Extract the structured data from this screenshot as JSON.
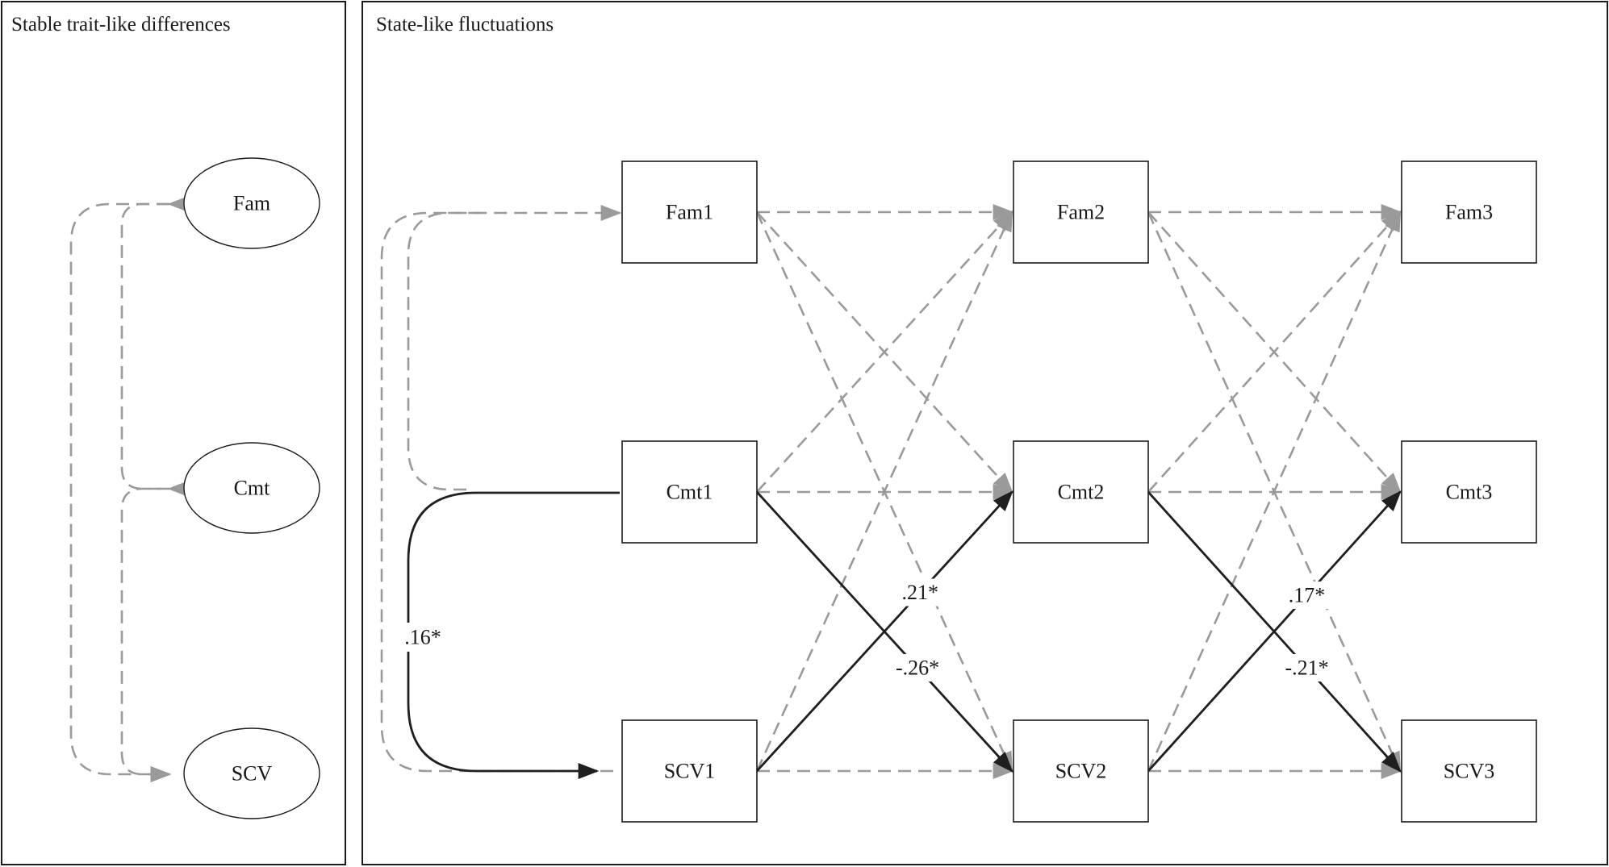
{
  "panels": {
    "trait": {
      "title": "Stable trait-like differences"
    },
    "state": {
      "title": "State-like fluctuations"
    }
  },
  "trait_nodes": [
    {
      "id": "Fam",
      "label": "Fam"
    },
    {
      "id": "Cmt",
      "label": "Cmt"
    },
    {
      "id": "SCV",
      "label": "SCV"
    }
  ],
  "state_nodes": [
    {
      "id": "Fam1",
      "label": "Fam1"
    },
    {
      "id": "Fam2",
      "label": "Fam2"
    },
    {
      "id": "Fam3",
      "label": "Fam3"
    },
    {
      "id": "Cmt1",
      "label": "Cmt1"
    },
    {
      "id": "Cmt2",
      "label": "Cmt2"
    },
    {
      "id": "Cmt3",
      "label": "Cmt3"
    },
    {
      "id": "SCV1",
      "label": "SCV1"
    },
    {
      "id": "SCV2",
      "label": "SCV2"
    },
    {
      "id": "SCV3",
      "label": "SCV3"
    }
  ],
  "paths": [
    {
      "from": "Fam1",
      "to": "Fam2",
      "significant": false
    },
    {
      "from": "Fam1",
      "to": "Cmt2",
      "significant": false
    },
    {
      "from": "Fam1",
      "to": "SCV2",
      "significant": false
    },
    {
      "from": "Cmt1",
      "to": "Fam2",
      "significant": false
    },
    {
      "from": "Cmt1",
      "to": "Cmt2",
      "significant": false
    },
    {
      "from": "Cmt1",
      "to": "SCV2",
      "significant": true,
      "coefficient": "-.26*"
    },
    {
      "from": "SCV1",
      "to": "Fam2",
      "significant": false
    },
    {
      "from": "SCV1",
      "to": "Cmt2",
      "significant": true,
      "coefficient": ".21*"
    },
    {
      "from": "SCV1",
      "to": "SCV2",
      "significant": false
    },
    {
      "from": "Fam2",
      "to": "Fam3",
      "significant": false
    },
    {
      "from": "Fam2",
      "to": "Cmt3",
      "significant": false
    },
    {
      "from": "Fam2",
      "to": "SCV3",
      "significant": false
    },
    {
      "from": "Cmt2",
      "to": "Fam3",
      "significant": false
    },
    {
      "from": "Cmt2",
      "to": "Cmt3",
      "significant": false
    },
    {
      "from": "Cmt2",
      "to": "SCV3",
      "significant": true,
      "coefficient": "-.21*"
    },
    {
      "from": "SCV2",
      "to": "Fam3",
      "significant": false
    },
    {
      "from": "SCV2",
      "to": "Cmt3",
      "significant": true,
      "coefficient": ".17*"
    },
    {
      "from": "SCV2",
      "to": "SCV3",
      "significant": false
    }
  ],
  "covariances": {
    "trait": [
      {
        "between": [
          "Fam",
          "Cmt"
        ],
        "significant": false
      },
      {
        "between": [
          "Fam",
          "SCV"
        ],
        "significant": false
      },
      {
        "between": [
          "Cmt",
          "SCV"
        ],
        "significant": false
      }
    ],
    "state": [
      {
        "between": [
          "Fam1",
          "Cmt1"
        ],
        "significant": false
      },
      {
        "between": [
          "Fam1",
          "SCV1"
        ],
        "significant": false
      },
      {
        "between": [
          "Cmt1",
          "SCV1"
        ],
        "significant": true,
        "coefficient": ".16*"
      }
    ]
  },
  "colors": {
    "significant_path": "#1f1f1f",
    "nonsignificant_path": "#9a9a9a",
    "frame": "#1a1a1a"
  }
}
